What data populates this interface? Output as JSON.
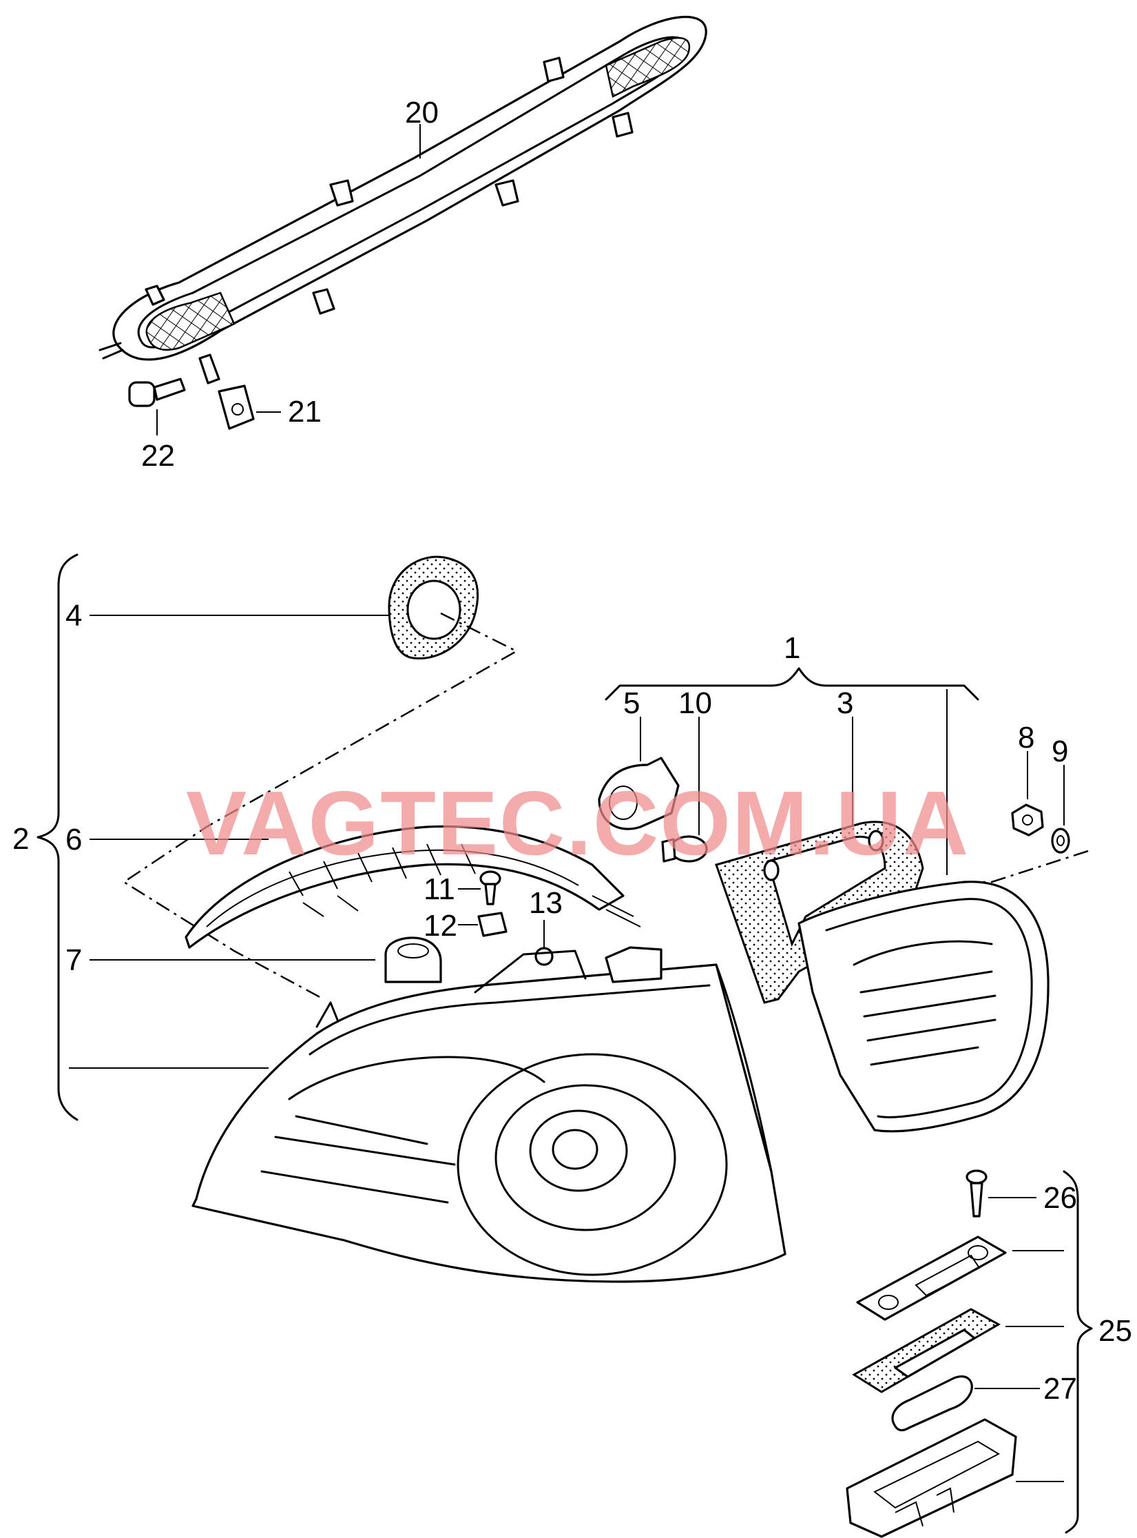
{
  "watermark": "VAGTEC.COM.UA",
  "labels": {
    "l1": "1",
    "l2": "2",
    "l3": "3",
    "l4": "4",
    "l5": "5",
    "l6": "6",
    "l7": "7",
    "l8": "8",
    "l9": "9",
    "l10": "10",
    "l11": "11",
    "l12": "12",
    "l13": "13",
    "l20": "20",
    "l21": "21",
    "l22": "22",
    "l25": "25",
    "l26": "26",
    "l27": "27"
  }
}
